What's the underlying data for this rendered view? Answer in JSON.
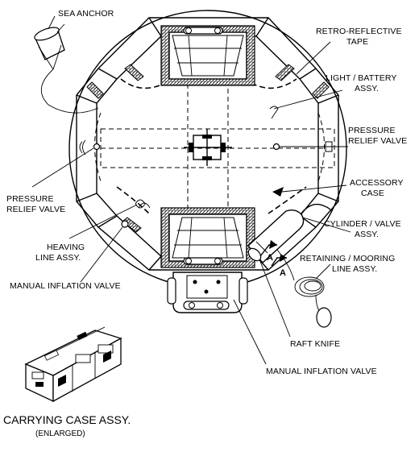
{
  "labels": {
    "sea_anchor": "SEA ANCHOR",
    "retro_reflective_tape_1": "RETRO-REFLECTIVE",
    "retro_reflective_tape_2": "TAPE",
    "light_battery_1": "LIGHT / BATTERY",
    "light_battery_2": "ASSY.",
    "pressure_relief_right_1": "PRESSURE",
    "pressure_relief_right_2": "RELIEF VALVE",
    "accessory_case_1": "ACCESSORY",
    "accessory_case_2": "CASE",
    "cylinder_valve_1": "CYLINDER / VALVE",
    "cylinder_valve_2": "ASSY.",
    "retaining_mooring_1": "RETAINING / MOORING",
    "retaining_mooring_2": "LINE ASSY.",
    "pressure_relief_left_1": "PRESSURE",
    "pressure_relief_left_2": "RELIEF VALVE",
    "heaving_line_1": "HEAVING",
    "heaving_line_2": "LINE ASSY.",
    "manual_inflation_left": "MANUAL INFLATION VALVE",
    "raft_knife": "RAFT KNIFE",
    "manual_inflation_bottom": "MANUAL INFLATION VALVE",
    "section_a_upper": "A",
    "section_a_lower": "A",
    "carrying_case_title": "CARRYING CASE ASSY.",
    "carrying_case_sub": "(ENLARGED)"
  }
}
